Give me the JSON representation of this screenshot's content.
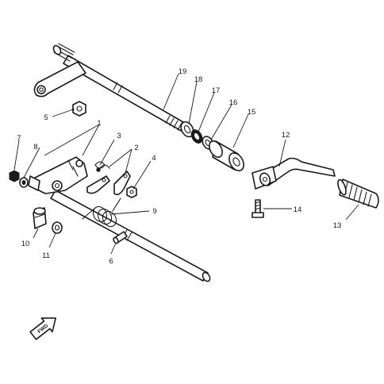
{
  "callouts": [
    {
      "id": "1",
      "label": "1"
    },
    {
      "id": "2",
      "label": "2"
    },
    {
      "id": "3",
      "label": "3"
    },
    {
      "id": "4",
      "label": "4"
    },
    {
      "id": "5",
      "label": "5"
    },
    {
      "id": "6",
      "label": "6"
    },
    {
      "id": "7",
      "label": "7"
    },
    {
      "id": "8",
      "label": "8"
    },
    {
      "id": "9",
      "label": "9"
    },
    {
      "id": "10",
      "label": "10"
    },
    {
      "id": "11",
      "label": "11"
    },
    {
      "id": "12",
      "label": "12"
    },
    {
      "id": "13",
      "label": "13"
    },
    {
      "id": "14",
      "label": "14"
    },
    {
      "id": "15",
      "label": "15"
    },
    {
      "id": "16",
      "label": "16"
    },
    {
      "id": "17",
      "label": "17"
    },
    {
      "id": "18",
      "label": "18"
    },
    {
      "id": "19",
      "label": "19"
    }
  ],
  "direction_marker": {
    "label": "FWD",
    "icon": "forward-arrow-icon"
  }
}
